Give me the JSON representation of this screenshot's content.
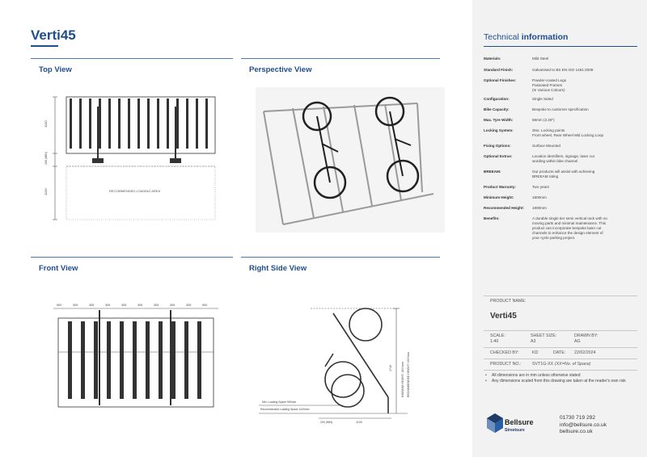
{
  "title": "Verti45",
  "views": {
    "top": "Top View",
    "perspective": "Perspective View",
    "front": "Front View",
    "side": "Right Side View"
  },
  "top_view": {
    "dim_1": "1100",
    "dim_2": "200 (MIN)",
    "dim_3": "1100",
    "loading_area": "RECOMMENDED LOADING AREA"
  },
  "front_view": {
    "spacings": [
      "500",
      "305",
      "305",
      "305",
      "305",
      "305",
      "305",
      "305",
      "305",
      "500"
    ]
  },
  "side_view": {
    "height": "1740",
    "min_height": "MINIMUM HEIGHT: 1800mm",
    "rec_height": "RECOMMENDED HEIGHT: 1900mm",
    "loading_min": "Min. Loading Space 900mm",
    "loading_rec": "Recommended Loading Space 1100mm",
    "offset": "200 (MIN)",
    "depth": "1100"
  },
  "technical": {
    "heading_light": "Technical ",
    "heading_bold": "information",
    "specs": [
      {
        "k": "Materials:",
        "v": "Mild Steel"
      },
      {
        "k": "Standard Finish:",
        "v": "Galvanised to BS EN ISO 1461:2009"
      },
      {
        "k": "Optional Finishes:",
        "v": "Powder-coated Legs\nPasivated Frames\n(In Various Colours)"
      },
      {
        "k": "Configuration:",
        "v": "Single Sided"
      },
      {
        "k": "Bike Capacity:",
        "v": "Bespoke to customer specification"
      },
      {
        "k": "Max. Tyre Width:",
        "v": "58mm (2.28\")"
      },
      {
        "k": "Locking System:",
        "v": "3No. Locking points\nFront wheel, Rear Wheel Mid Locking Loop"
      },
      {
        "k": "Fixing Options:",
        "v": "Surface Mounted"
      },
      {
        "k": "Optional Extras:",
        "v": "Location identifiers, signage, laser cut\nwording within bike channel"
      },
      {
        "k": "BREEAM:",
        "v": "Our products will assist with achieving\nBREEAM rating"
      },
      {
        "k": "Product Warranty:",
        "v": "Two years"
      },
      {
        "k": "Minimum Height:",
        "v": "1800mm"
      },
      {
        "k": "Recommended Height:",
        "v": "1900mm"
      },
      {
        "k": "Benefits:",
        "v": "A durable single tier semi vertical rack with no\nmoving parts and minimal maintenance. This\nproduct can incorporate bespoke laser cut\nchannels to enhance the design element of\nyour cycle parking project."
      }
    ]
  },
  "title_block": {
    "product_name_label": "PRODUCT NAME:",
    "product_name": "Verti45",
    "scale_label": "SCALE:",
    "scale": "1:40",
    "sheet_label": "SHEET SIZE:",
    "sheet": "A3",
    "drawn_label": "DRAWN BY:",
    "drawn": "AG",
    "checked_label": "CHECKED BY:",
    "checked": "KD",
    "date_label": "DATE:",
    "date": "22/02/2024",
    "product_no_label": "PRODUCT NO.:",
    "product_no": "SVT1G-XX",
    "product_no_note": "(XX=No. of Space)"
  },
  "notes": [
    "All dimensions are in mm unless otherwise stated",
    "Any dimensions scaled from this drawing are taken at the reader's own risk"
  ],
  "brand": {
    "name": "Bellsure",
    "sub": "Streetsure",
    "phone": "01730 719 292",
    "email": "info@bellsure.co.uk",
    "web": "bellsure.co.uk"
  }
}
